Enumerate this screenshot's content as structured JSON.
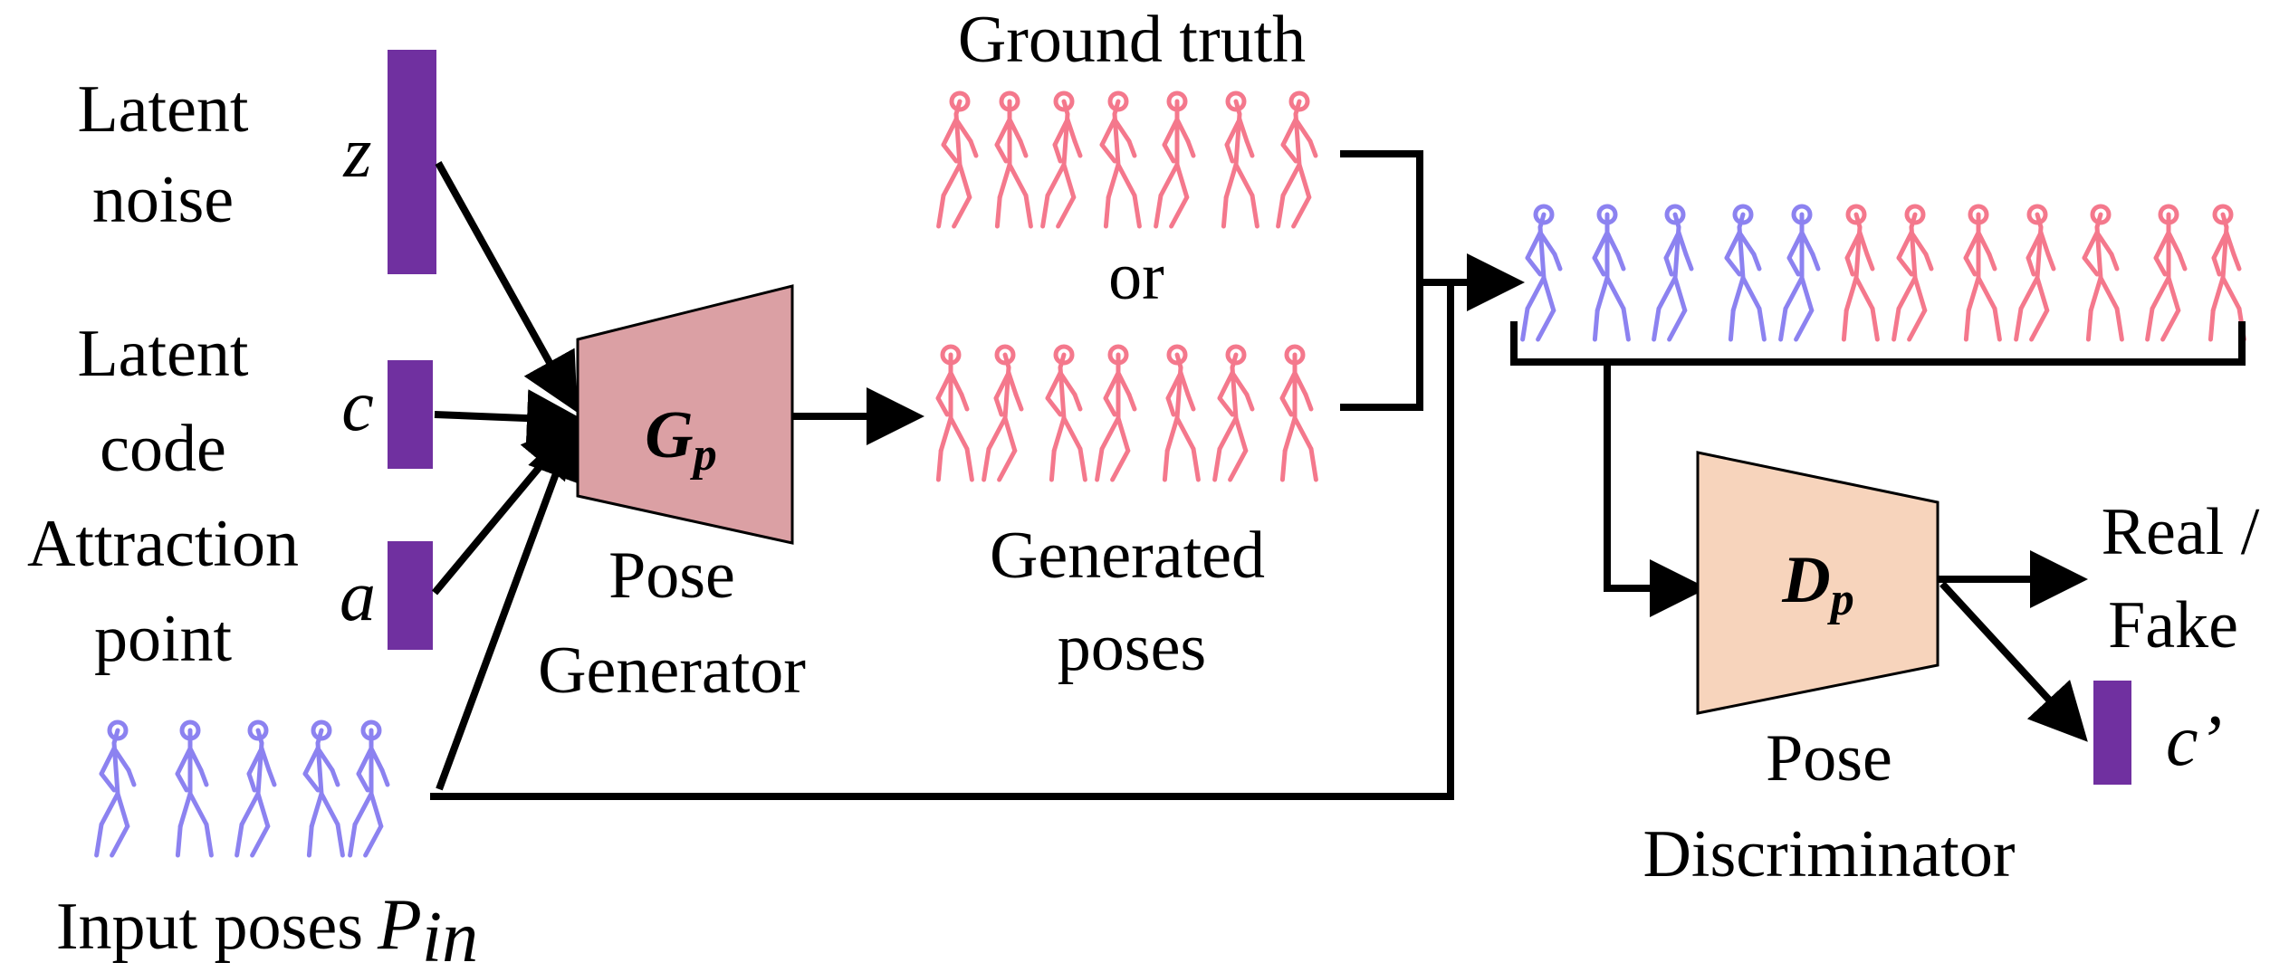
{
  "inputs": {
    "noise_label_1": "Latent",
    "noise_label_2": "noise",
    "noise_symbol": "z",
    "code_label_1": "Latent",
    "code_label_2": "code",
    "code_symbol": "c",
    "attraction_label_1": "Attraction",
    "attraction_label_2": "point",
    "attraction_symbol": "a",
    "input_poses_label": "Input poses",
    "input_poses_symbol": "P",
    "input_poses_subscript": "in"
  },
  "generator": {
    "symbol": "G",
    "subscript": "p",
    "label_1": "Pose",
    "label_2": "Generator"
  },
  "sequences": {
    "ground_truth_label": "Ground truth",
    "or_label": "or",
    "generated_label_1": "Generated",
    "generated_label_2": "poses"
  },
  "discriminator": {
    "symbol": "D",
    "subscript": "p",
    "label_1": "Pose",
    "label_2": "Discriminator"
  },
  "outputs": {
    "real_fake_1": "Real /",
    "real_fake_2": "Fake",
    "code_symbol": "c’"
  },
  "colors": {
    "latent_bar": "#7030a0",
    "generator_fill": "#dba0a4",
    "discriminator_fill": "#f7d4bc",
    "pose_pink": "#f4788c",
    "pose_blue": "#8c82f0"
  }
}
